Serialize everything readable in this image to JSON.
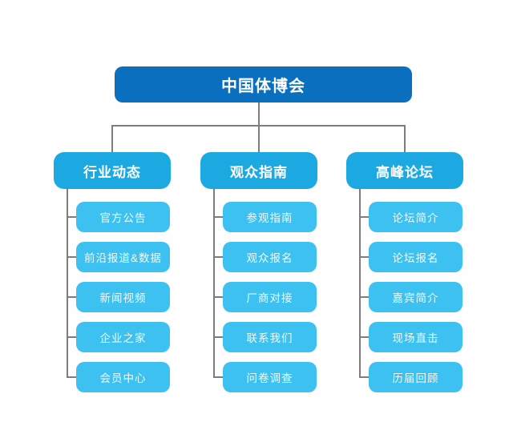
{
  "colors": {
    "root-bg": "#0a6fbe",
    "branch-bg": "#1ca9e2",
    "leaf-bg": "#3dc1f0",
    "line": "#7d7d7d",
    "text": "#ffffff"
  },
  "tree": {
    "root_label": "中国体博会",
    "branches": [
      {
        "label": "行业动态",
        "children": [
          "官方公告",
          "前沿报道&数据",
          "新闻视频",
          "企业之家",
          "会员中心"
        ]
      },
      {
        "label": "观众指南",
        "children": [
          "参观指南",
          "观众报名",
          "厂商对接",
          "联系我们",
          "问卷调查"
        ]
      },
      {
        "label": "高峰论坛",
        "children": [
          "论坛简介",
          "论坛报名",
          "嘉宾简介",
          "现场直击",
          "历届回顾"
        ]
      }
    ]
  }
}
